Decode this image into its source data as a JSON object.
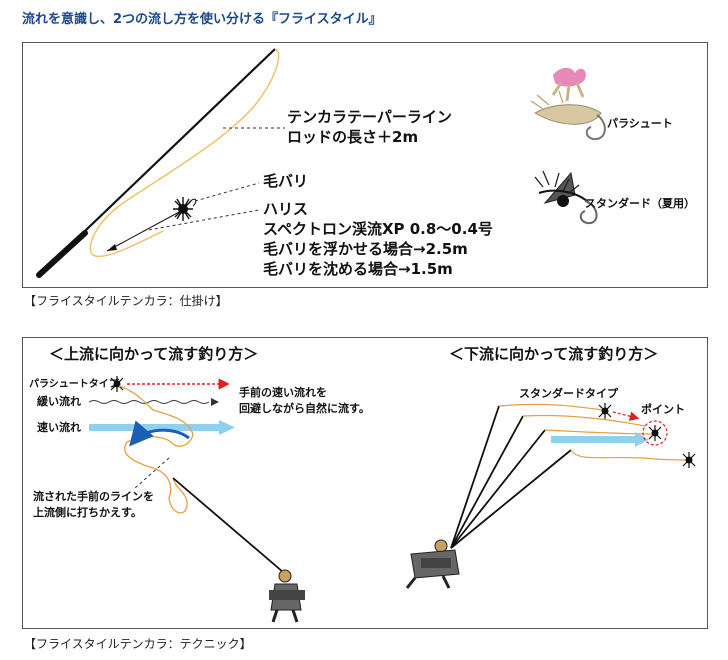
{
  "heading": "流れを意識し、2つの流し方を使い分ける『フライスタイル』",
  "setup": {
    "line_label": "テンカラテーパーライン",
    "line_length": "ロッドの長さ＋2m",
    "fly_label": "毛バリ",
    "tippet_label": "ハリス",
    "tippet_spec": "スペクトロン渓流XP 0.8〜0.4号",
    "float_case": "毛バリを浮かせる場合→2.5m",
    "sink_case": "毛バリを沈める場合→1.5m",
    "fly1_name": "パラシュート",
    "fly2_name": "スタンダード（夏用）",
    "caption": "【フライスタイルテンカラ：仕掛け】"
  },
  "technique": {
    "upstream_title": "＜上流に向かって流す釣り方＞",
    "downstream_title": "＜下流に向かって流す釣り方＞",
    "parachute_type": "パラシュートタイプ",
    "slow_current": "緩い流れ",
    "fast_current": "速い流れ",
    "note_line1": "手前の速い流れを",
    "note_line2": "回避しながら自然に流す。",
    "mend_line1": "流された手前のラインを",
    "mend_line2": "上流側に打ちかえす。",
    "standard_type": "スタンダードタイプ",
    "point_label": "ポイント",
    "caption": "【フライスタイルテンカラ：テクニック】"
  },
  "colors": {
    "heading": "#1a4a8a",
    "line": "#e8a040",
    "fast_current": "#8fd0f0",
    "arrow_red": "#e02020",
    "curl_blue": "#1a5fb4"
  }
}
